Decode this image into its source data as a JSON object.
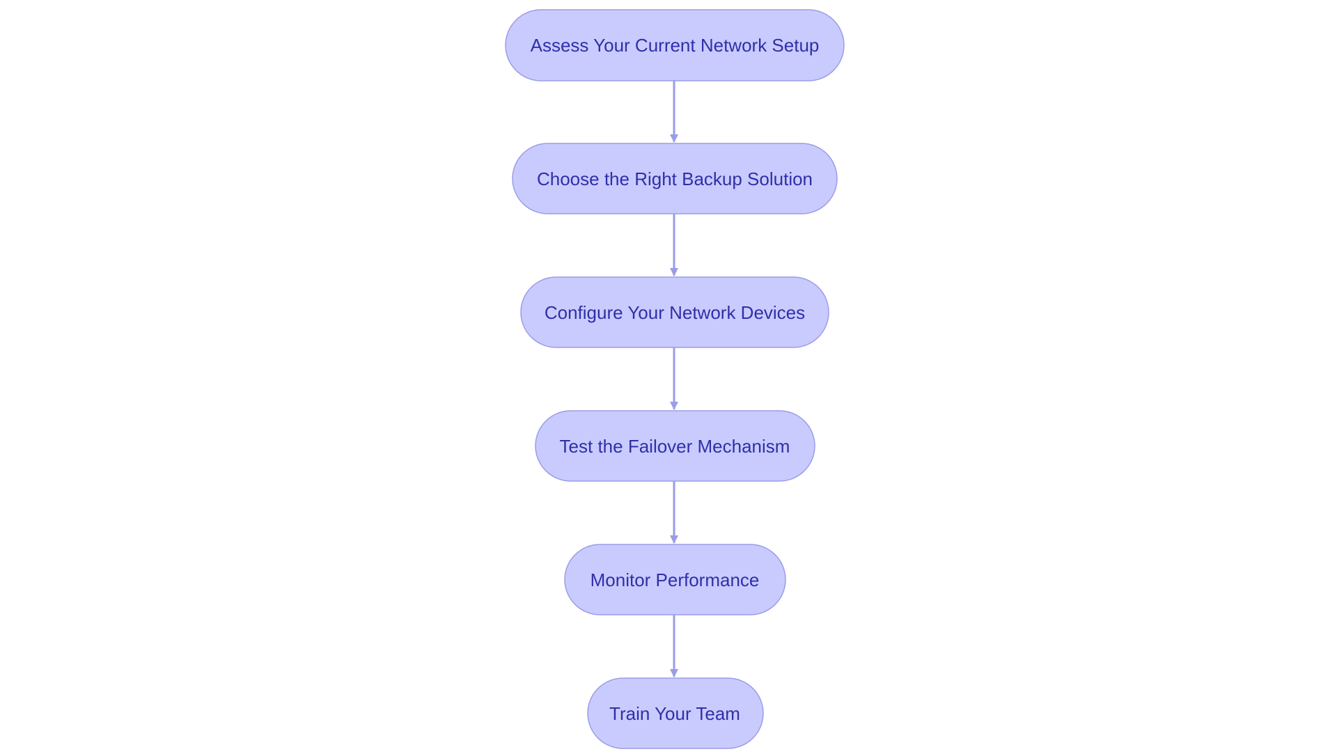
{
  "diagram": {
    "steps": [
      "Assess Your Current Network Setup",
      "Choose the Right Backup Solution",
      "Configure Your Network Devices",
      "Test the Failover Mechanism",
      "Monitor Performance",
      "Train Your Team"
    ]
  },
  "colors": {
    "node_fill": "#c9cbff",
    "node_stroke": "#9a9de6",
    "edge": "#9a9de6",
    "text": "#2f2fa8",
    "background": "#ffffff"
  }
}
